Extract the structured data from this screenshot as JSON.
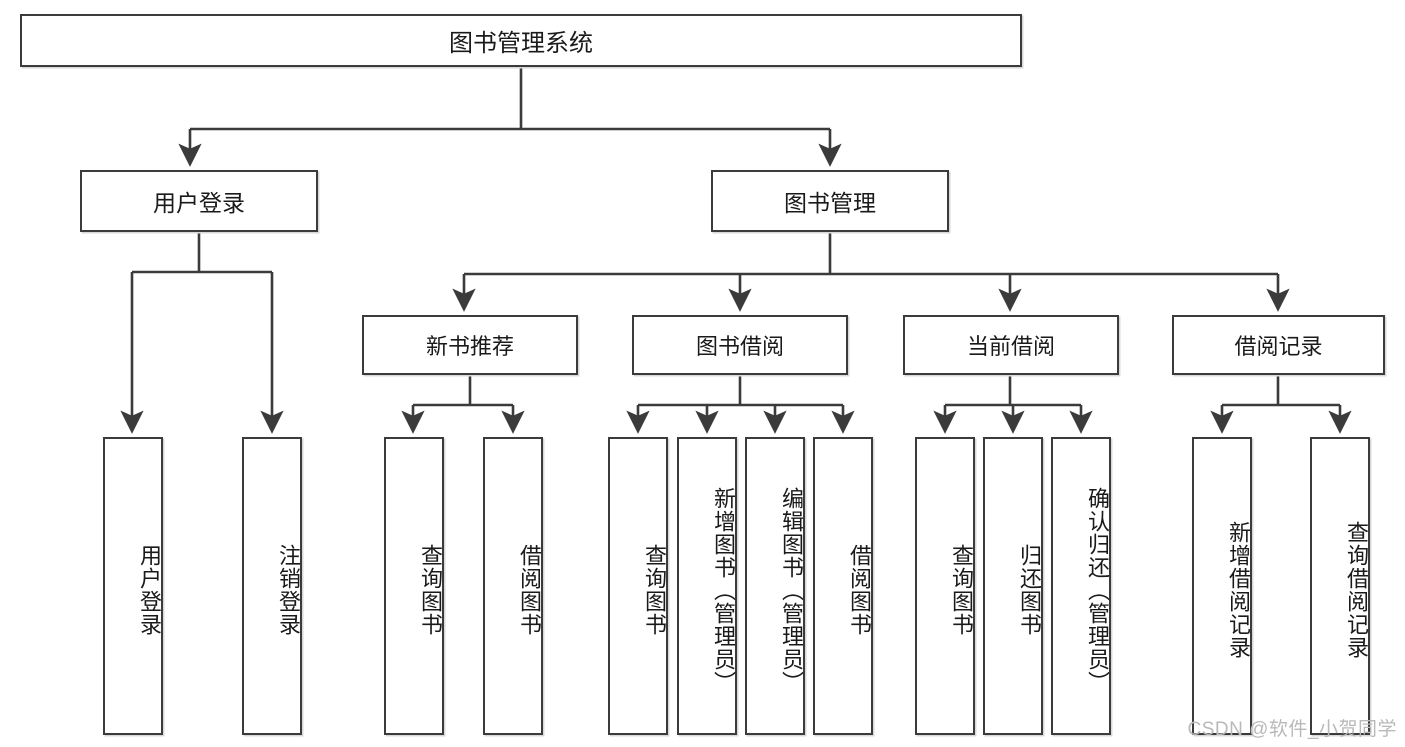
{
  "diagram": {
    "title": "图书管理系统",
    "watermark": "CSDN @软件_小贺同学",
    "colors": {
      "box_border": "#3b3b3b",
      "box_fill": "#ffffff",
      "edge": "#3b3b3b",
      "text": "#1a1a1a",
      "watermark": "#b9b9b9",
      "background": "#ffffff"
    },
    "root": {
      "label": "图书管理系统"
    },
    "level2": [
      {
        "label": "用户登录"
      },
      {
        "label": "图书管理"
      }
    ],
    "level3": [
      {
        "label": "新书推荐"
      },
      {
        "label": "图书借阅"
      },
      {
        "label": "当前借阅"
      },
      {
        "label": "借阅记录"
      }
    ],
    "leaves": [
      {
        "label": "用户登录",
        "parent": "用户登录"
      },
      {
        "label": "注销登录",
        "parent": "用户登录"
      },
      {
        "label": "查询图书",
        "parent": "新书推荐"
      },
      {
        "label": "借阅图书",
        "parent": "新书推荐"
      },
      {
        "label": "查询图书",
        "parent": "图书借阅"
      },
      {
        "label": "新增图书（管理员）",
        "parent": "图书借阅"
      },
      {
        "label": "编辑图书（管理员）",
        "parent": "图书借阅"
      },
      {
        "label": "借阅图书",
        "parent": "图书借阅"
      },
      {
        "label": "查询图书",
        "parent": "当前借阅"
      },
      {
        "label": "归还图书",
        "parent": "当前借阅"
      },
      {
        "label": "确认归还（管理员）",
        "parent": "当前借阅"
      },
      {
        "label": "新增借阅记录",
        "parent": "借阅记录"
      },
      {
        "label": "查询借阅记录",
        "parent": "借阅记录"
      }
    ]
  }
}
